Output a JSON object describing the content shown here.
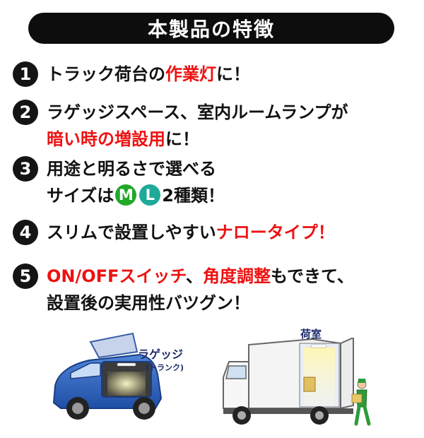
{
  "header": {
    "title": "本製品の特徴"
  },
  "features": [
    {
      "number": "1",
      "l1_a": "トラック荷台の",
      "l1_b": "作業灯",
      "l1_c": "に！"
    },
    {
      "number": "2",
      "l1": "ラゲッジスペース、室内ルームランプが",
      "l2_a": "暗い時の増設用",
      "l2_b": "に！"
    },
    {
      "number": "3",
      "l1": "用途と明るさで選べる",
      "l2_a": "サイズは",
      "size_m": "M",
      "size_l": "L",
      "l2_b": "2種類！"
    },
    {
      "number": "4",
      "l1_a": "スリムで設置しやすい",
      "l1_b": "ナロータイプ！"
    },
    {
      "number": "5",
      "l1_a": "ON/OFFスイッチ",
      "l1_b": "、",
      "l1_c": "角度調整",
      "l1_d": "もできて、",
      "l2": "設置後の実用性バツグン！"
    }
  ],
  "illustrations": {
    "car_label": "ラゲッジ",
    "car_sublabel": "(トランク)",
    "truck_label": "荷室"
  },
  "colors": {
    "accent_red": "#ee1111",
    "banner": "#0d0d0d",
    "size_m": "#22a82a",
    "size_l": "#1eaa98"
  }
}
